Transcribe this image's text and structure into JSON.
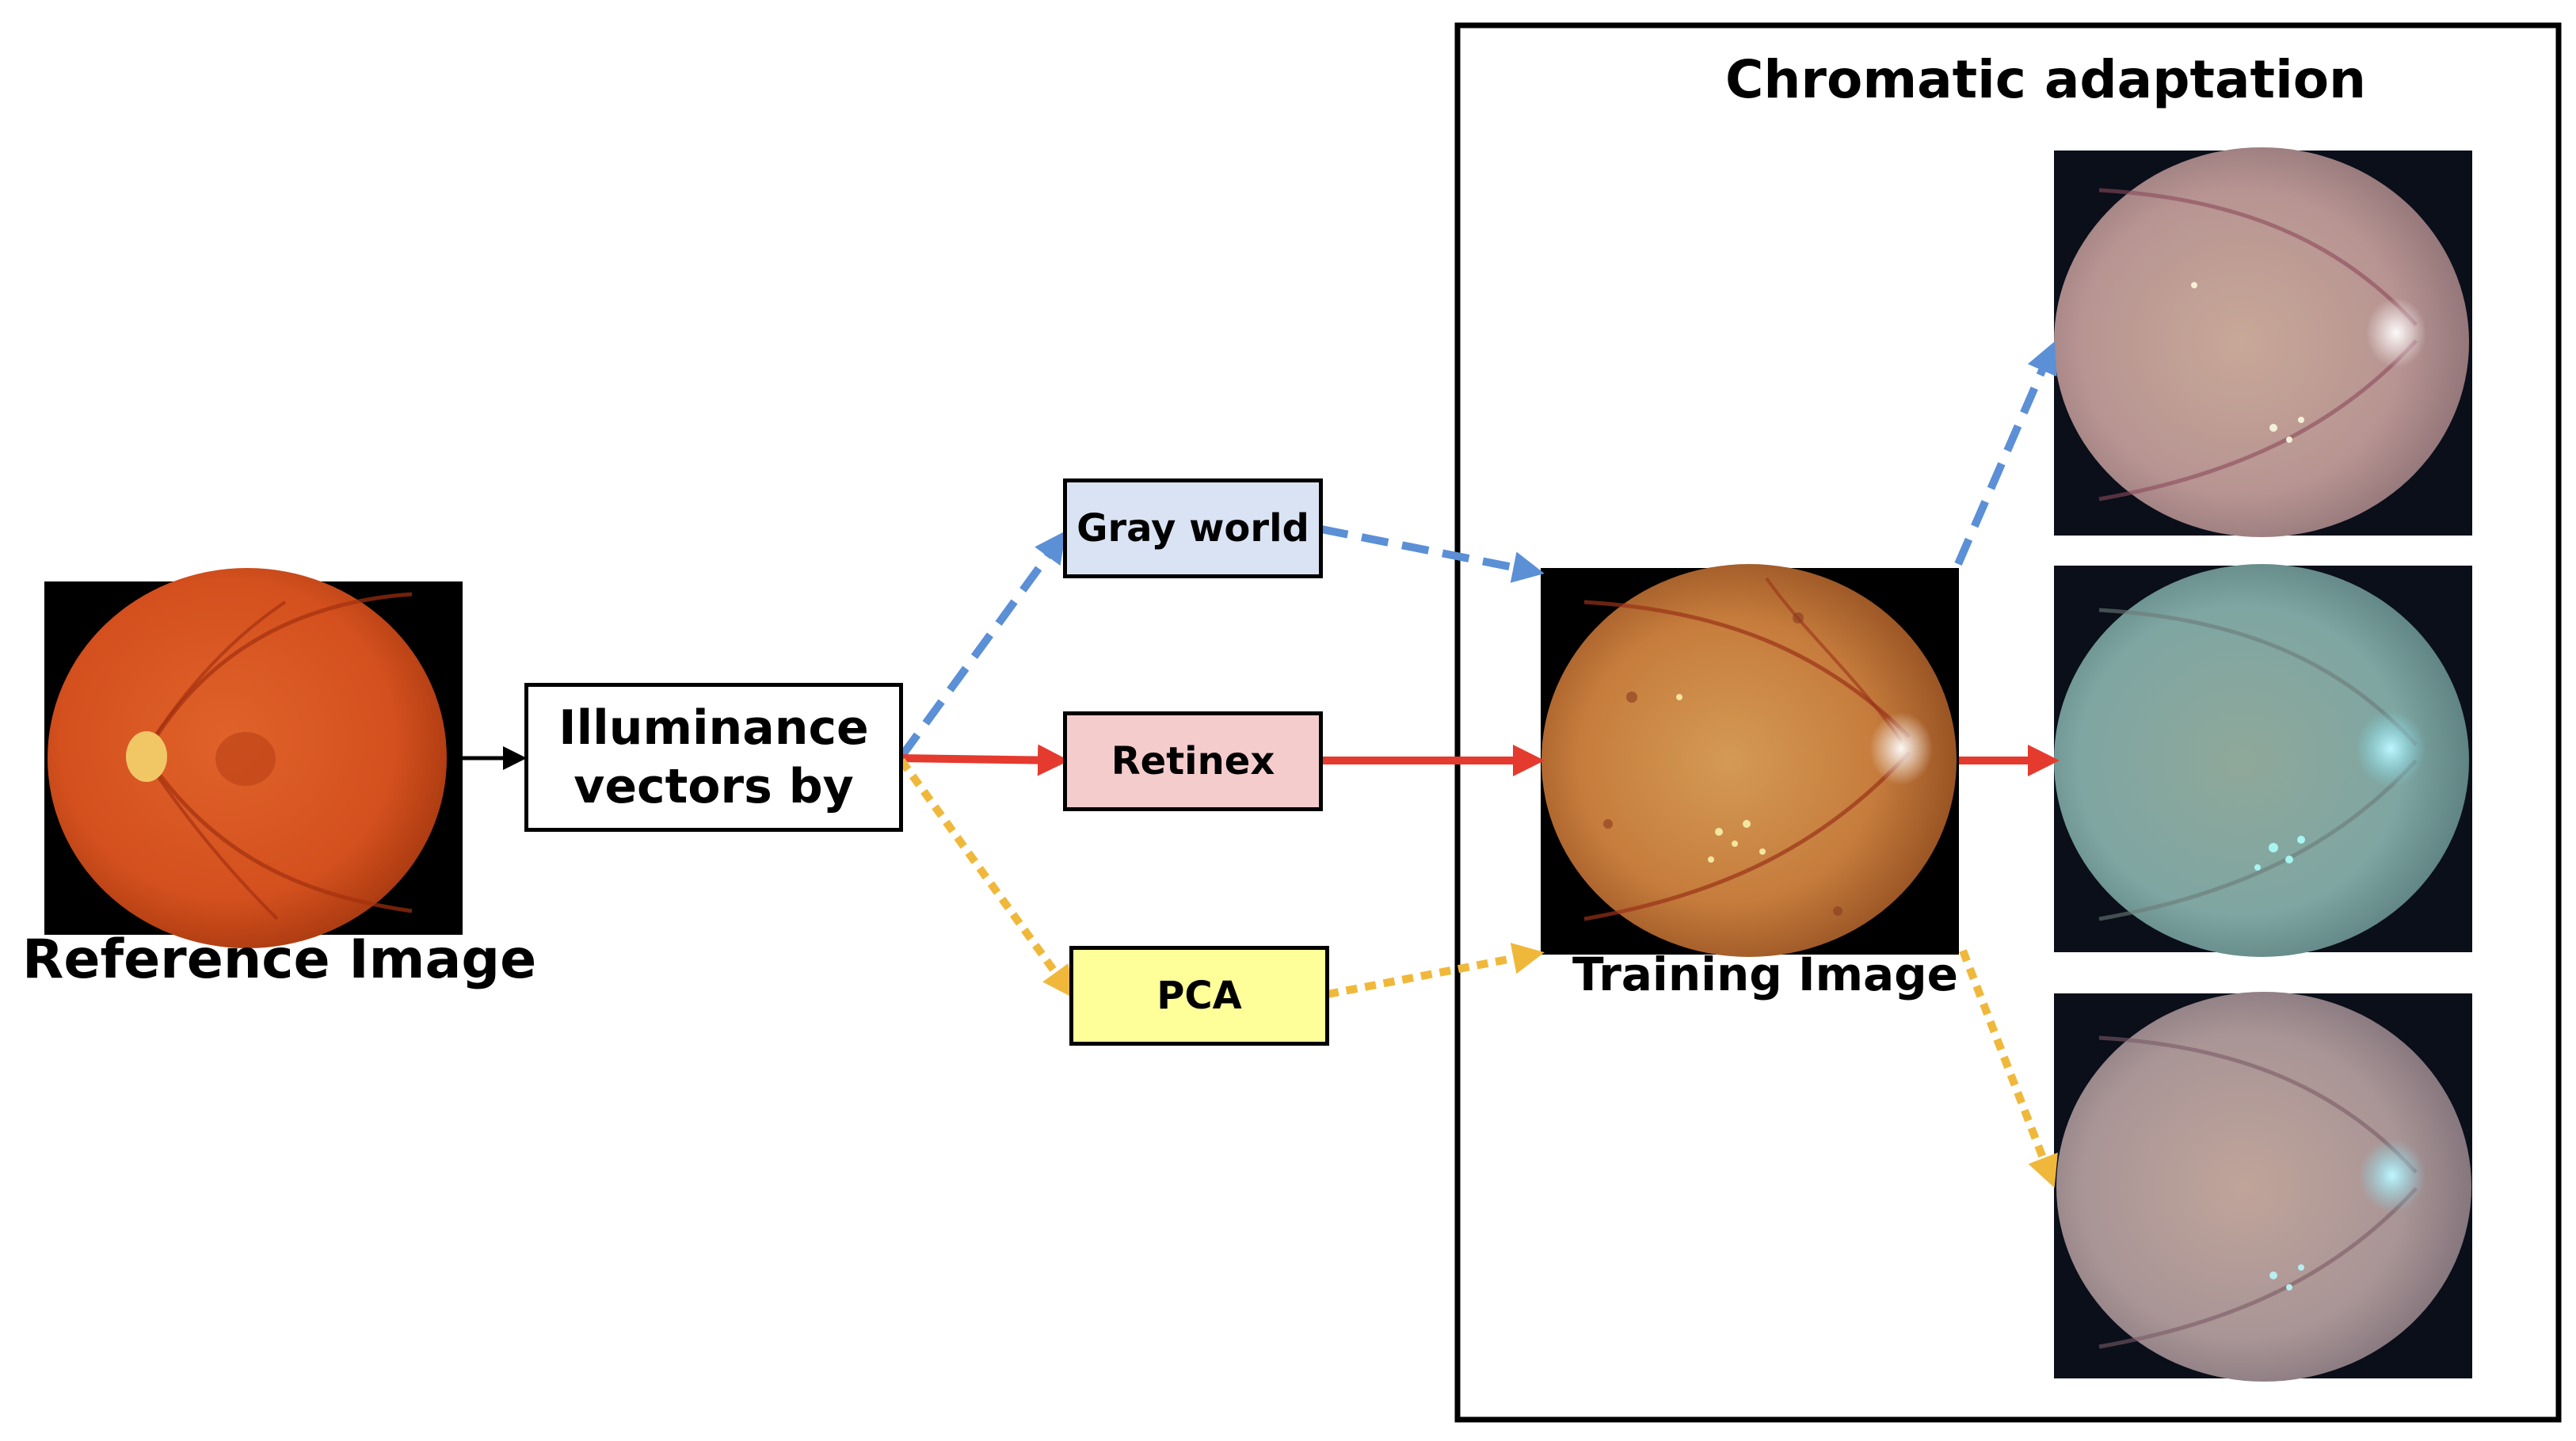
{
  "labels": {
    "reference_image": "Reference Image",
    "illuminance_line1": "Illuminance",
    "illuminance_line2": "vectors by",
    "gray_world": "Gray world",
    "retinex": "Retinex",
    "pca": "PCA",
    "training_image": "Training Image",
    "chromatic_adaptation": "Chromatic adaptation"
  },
  "colors": {
    "gray_world_fill": "#dae3f3",
    "retinex_fill": "#f4cccc",
    "pca_fill": "#ffff99",
    "blue_arrow": "#5b8fd6",
    "red_arrow": "#e53a2e",
    "yellow_arrow": "#f0b83a"
  },
  "images": {
    "reference": "fundus-orange",
    "training": "fundus-orange-lesions",
    "output_gray_world": "fundus-pink",
    "output_retinex": "fundus-cyan",
    "output_pca": "fundus-pink-blue"
  }
}
